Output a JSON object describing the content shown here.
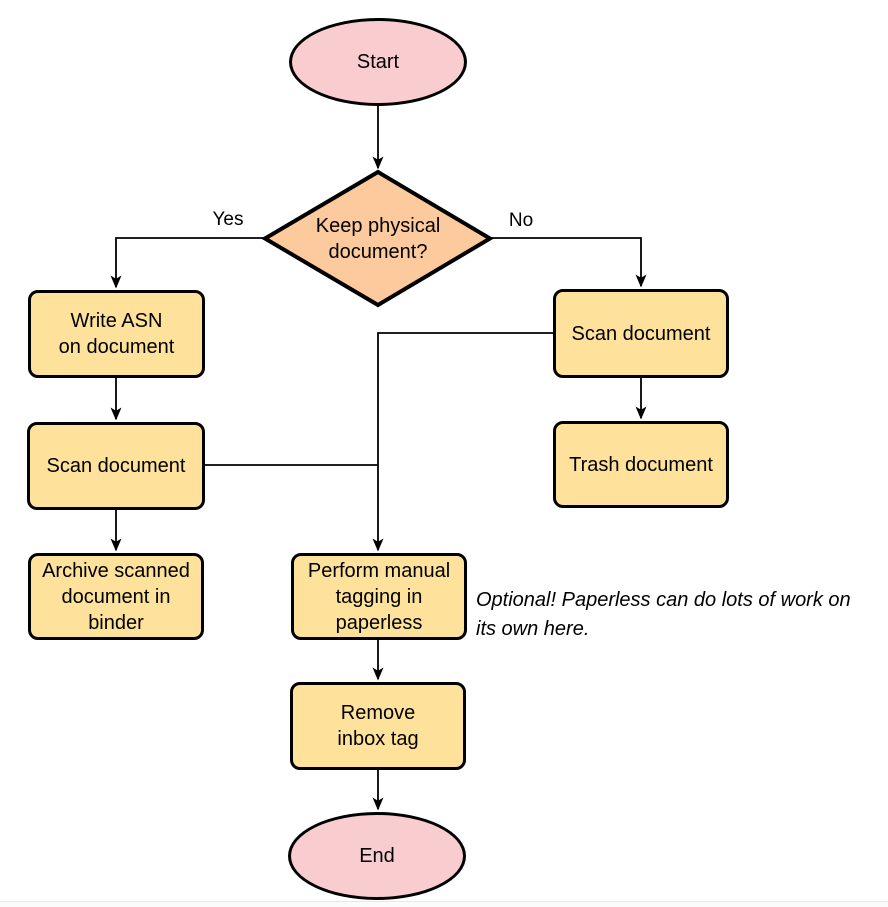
{
  "diagram_type": "flowchart",
  "colors": {
    "terminator_fill": "#f9cdd0",
    "decision_fill": "#fdca9d",
    "process_fill": "#fee29b",
    "stroke": "#000000",
    "edge": "#000000",
    "text": "#000000",
    "background": "#ffffff",
    "bottom_border": "#e8e8e8"
  },
  "nodes": {
    "start": {
      "type": "terminator",
      "label": "Start"
    },
    "decision": {
      "type": "decision",
      "label": "Keep physical\ndocument?"
    },
    "write_asn": {
      "type": "process",
      "label": "Write ASN\non document"
    },
    "scan_left": {
      "type": "process",
      "label": "Scan document"
    },
    "archive": {
      "type": "process",
      "label": "Archive scanned\ndocument in\nbinder"
    },
    "scan_right": {
      "type": "process",
      "label": "Scan document"
    },
    "trash": {
      "type": "process",
      "label": "Trash document"
    },
    "tagging": {
      "type": "process",
      "label": "Perform manual\ntagging in\npaperless"
    },
    "remove_inbox": {
      "type": "process",
      "label": "Remove\ninbox tag"
    },
    "end": {
      "type": "terminator",
      "label": "End"
    }
  },
  "edge_labels": {
    "yes": "Yes",
    "no": "No"
  },
  "edges": [
    {
      "from": "start",
      "to": "decision",
      "label": ""
    },
    {
      "from": "decision",
      "to": "write_asn",
      "label": "Yes"
    },
    {
      "from": "decision",
      "to": "scan_right",
      "label": "No"
    },
    {
      "from": "write_asn",
      "to": "scan_left",
      "label": ""
    },
    {
      "from": "scan_left",
      "to": "archive",
      "label": ""
    },
    {
      "from": "scan_left",
      "to": "tagging",
      "label": ""
    },
    {
      "from": "scan_right",
      "to": "tagging",
      "label": ""
    },
    {
      "from": "scan_right",
      "to": "trash",
      "label": ""
    },
    {
      "from": "tagging",
      "to": "remove_inbox",
      "label": ""
    },
    {
      "from": "remove_inbox",
      "to": "end",
      "label": ""
    }
  ],
  "note": {
    "text": "Optional! Paperless can do lots of work on\nits own here."
  }
}
